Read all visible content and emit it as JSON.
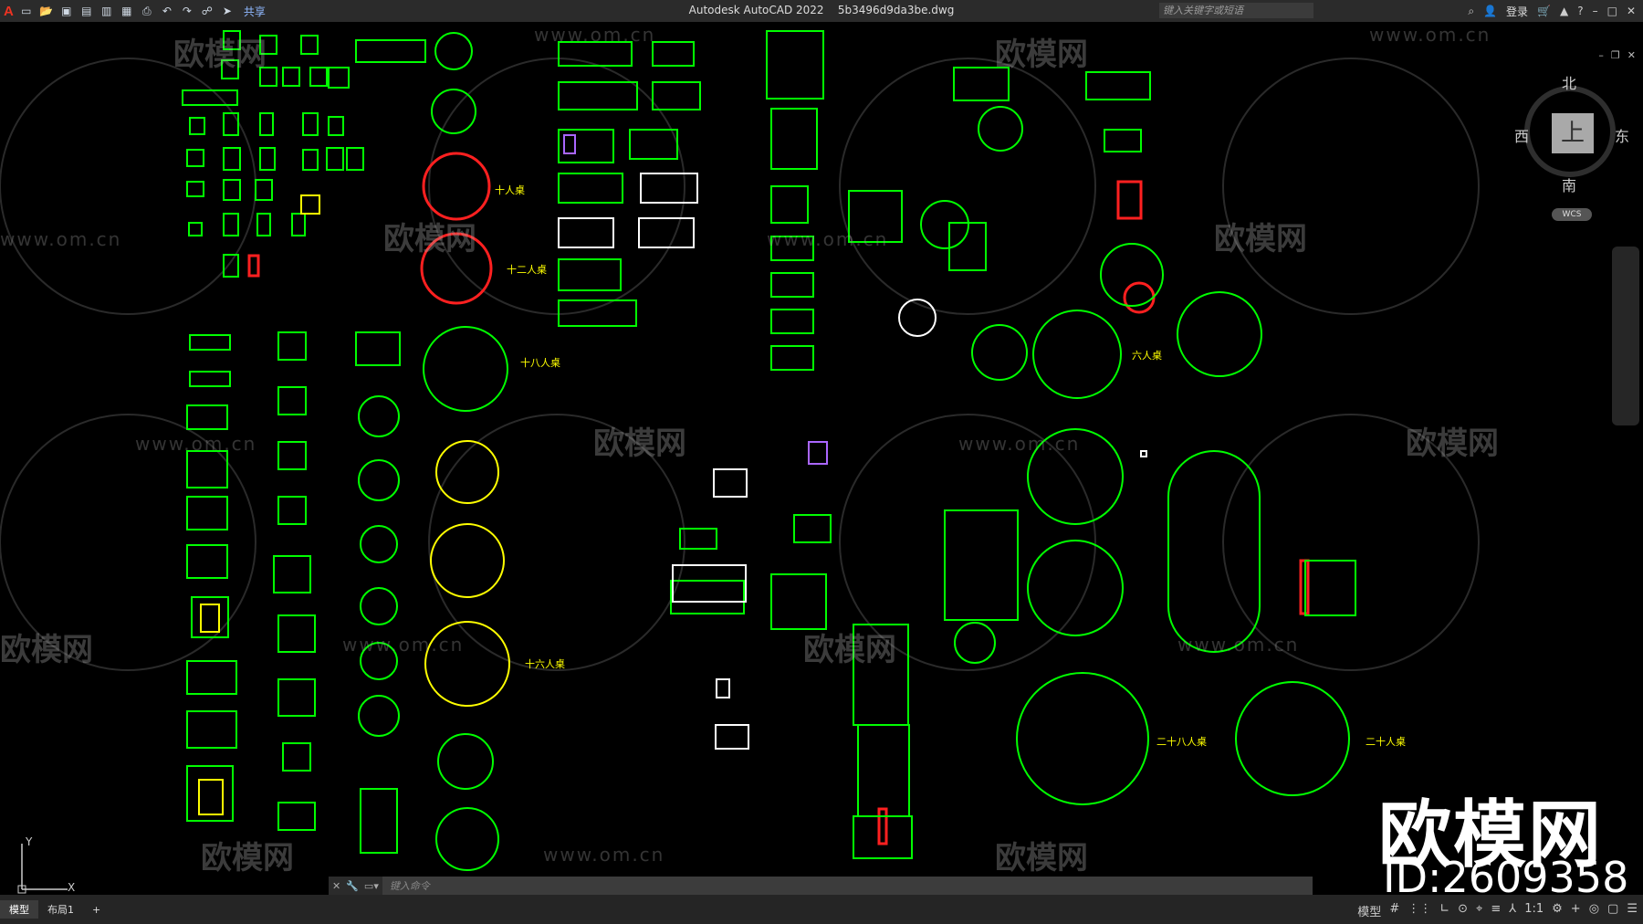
{
  "app": {
    "name": "Autodesk AutoCAD 2022",
    "file": "5b3496d9da3be.dwg",
    "logo": "A"
  },
  "toolbar": {
    "share_label": "共享",
    "search_placeholder": "键入关键字或短语",
    "login_label": "登录",
    "icons": [
      "new-icon",
      "open-icon",
      "save-icon",
      "saveas-icon",
      "publish-icon",
      "plot-icon",
      "print-icon",
      "undo-icon",
      "redo-icon",
      "workspace-icon",
      "share-icon"
    ]
  },
  "viewcube": {
    "north": "北",
    "south": "南",
    "east": "东",
    "west": "西",
    "face": "上",
    "wcs": "WCS"
  },
  "watermark": {
    "site": "www.om.cn",
    "brand": "欧模网",
    "big_brand": "欧模网",
    "id": "ID:2609358"
  },
  "labels": {
    "ten": "十人桌",
    "twelve": "十二人桌",
    "eighteen": "十八人桌",
    "sixteen": "十六人桌",
    "six": "六人桌",
    "twentyeight": "二十八人桌",
    "twenty": "二十人桌"
  },
  "command": {
    "placeholder": "键入命令"
  },
  "status": {
    "tabs": [
      "模型",
      "布局1",
      "+"
    ],
    "model_label": "模型",
    "scale": "1:1"
  },
  "colors": {
    "green": "#00ff00",
    "yellow": "#ffff00",
    "red": "#ff2020",
    "white": "#ffffff",
    "bg": "#000000"
  }
}
